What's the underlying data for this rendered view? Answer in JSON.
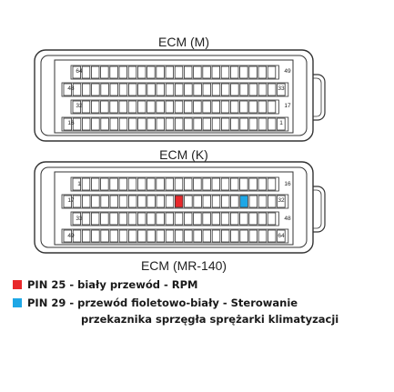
{
  "connectors": {
    "top_title": "ECM (M)",
    "middle_title": "ECM (K)",
    "bottom_title": "ECM (MR-140)",
    "m_pins": {
      "r1_left": "64",
      "r1_right": "49",
      "r2_left": "48",
      "r2_right": "33",
      "r3_left": "32",
      "r3_right": "17",
      "r4_left": "16",
      "r4_right": "1"
    },
    "k_pins": {
      "r1_left": "1",
      "r1_right": "16",
      "r2_left": "17",
      "r2_right": "32",
      "r3_left": "33",
      "r3_right": "48",
      "r4_left": "49",
      "r4_right": "64"
    },
    "highlight_colors": {
      "pin25": "#e8282b",
      "pin29": "#1ea7e6"
    }
  },
  "legend": {
    "pin25_text": "PIN 25 - biały przewód - RPM",
    "pin29_text": "PIN 29 - przewód fioletowo-biały - Sterowanie",
    "pin29_cont": "przekaznika sprzęgła sprężarki klimatyzacji"
  }
}
